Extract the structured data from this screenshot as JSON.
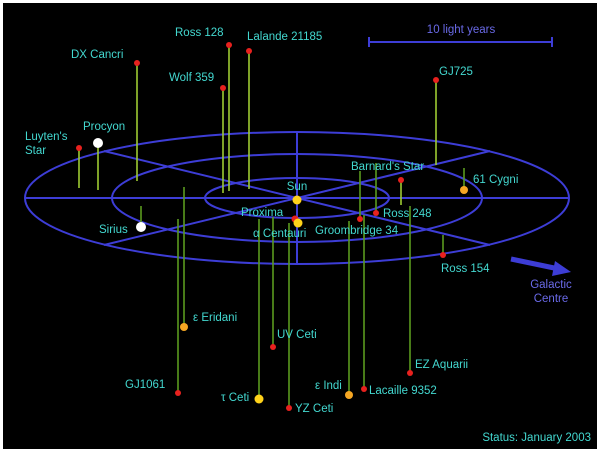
{
  "scale_bar": {
    "label": "10 light years"
  },
  "direction": {
    "line1": "Galactic",
    "line2": "Centre"
  },
  "status": "Status: January 2003",
  "colors": {
    "background": "#000000",
    "ring": "#3d3dd6",
    "label": "#43d8d0",
    "star_red": "#e8211e",
    "star_yellow": "#ffd21a",
    "star_orange": "#f5a623",
    "star_white": "#ffffff",
    "line_above": "#9ecb33",
    "line_below": "#5a9a1e"
  },
  "stars": [
    {
      "name": "Sun",
      "type": "yellow"
    },
    {
      "name": "Proxima",
      "type": "red"
    },
    {
      "name": "α Centauri",
      "type": "yellow"
    },
    {
      "name": "Ross 128",
      "type": "red"
    },
    {
      "name": "Lalande 21185",
      "type": "red"
    },
    {
      "name": "DX Cancri",
      "type": "red"
    },
    {
      "name": "Wolf 359",
      "type": "red"
    },
    {
      "name": "GJ725",
      "type": "red"
    },
    {
      "name": "Procyon",
      "type": "white"
    },
    {
      "name": "Luyten's Star",
      "line1": "Luyten's",
      "line2": "Star",
      "type": "red"
    },
    {
      "name": "Barnard's Star",
      "type": "red"
    },
    {
      "name": "61 Cygni",
      "type": "orange"
    },
    {
      "name": "Ross 248",
      "type": "red"
    },
    {
      "name": "Groombridge 34",
      "type": "red"
    },
    {
      "name": "Sirius",
      "type": "white"
    },
    {
      "name": "Ross 154",
      "type": "red"
    },
    {
      "name": "ε Eridani",
      "type": "orange"
    },
    {
      "name": "UV Ceti",
      "type": "red"
    },
    {
      "name": "EZ Aquarii",
      "type": "red"
    },
    {
      "name": "GJ1061",
      "type": "red"
    },
    {
      "name": "τ Ceti",
      "type": "yellow"
    },
    {
      "name": "ε Indi",
      "type": "orange"
    },
    {
      "name": "Lacaille 9352",
      "type": "red"
    },
    {
      "name": "YZ Ceti",
      "type": "red"
    }
  ]
}
